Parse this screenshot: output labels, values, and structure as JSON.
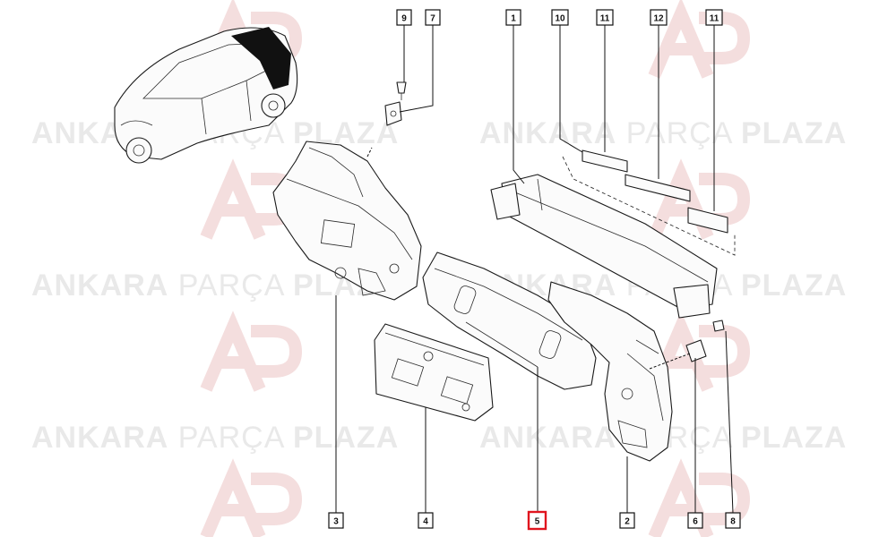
{
  "watermark": {
    "text_bold_left": "ANKARA",
    "text_light": "PARÇA",
    "text_bold_right": "PLAZA",
    "logo_letters": "AP",
    "colors": {
      "text": "#e9e9e9",
      "logo": "#f4dede",
      "logo_stroke": "#efc9c9"
    }
  },
  "callouts": [
    {
      "id": "c9",
      "label": "9"
    },
    {
      "id": "c7",
      "label": "7"
    },
    {
      "id": "c1",
      "label": "1"
    },
    {
      "id": "c10",
      "label": "10"
    },
    {
      "id": "c11a",
      "label": "11"
    },
    {
      "id": "c12",
      "label": "12"
    },
    {
      "id": "c11b",
      "label": "11"
    },
    {
      "id": "c3",
      "label": "3"
    },
    {
      "id": "c4",
      "label": "4"
    },
    {
      "id": "c5",
      "label": "5",
      "highlighted": true
    },
    {
      "id": "c2",
      "label": "2"
    },
    {
      "id": "c6",
      "label": "6"
    },
    {
      "id": "c8",
      "label": "8"
    }
  ],
  "colors": {
    "highlight": "#e0141e",
    "line": "#111111"
  }
}
